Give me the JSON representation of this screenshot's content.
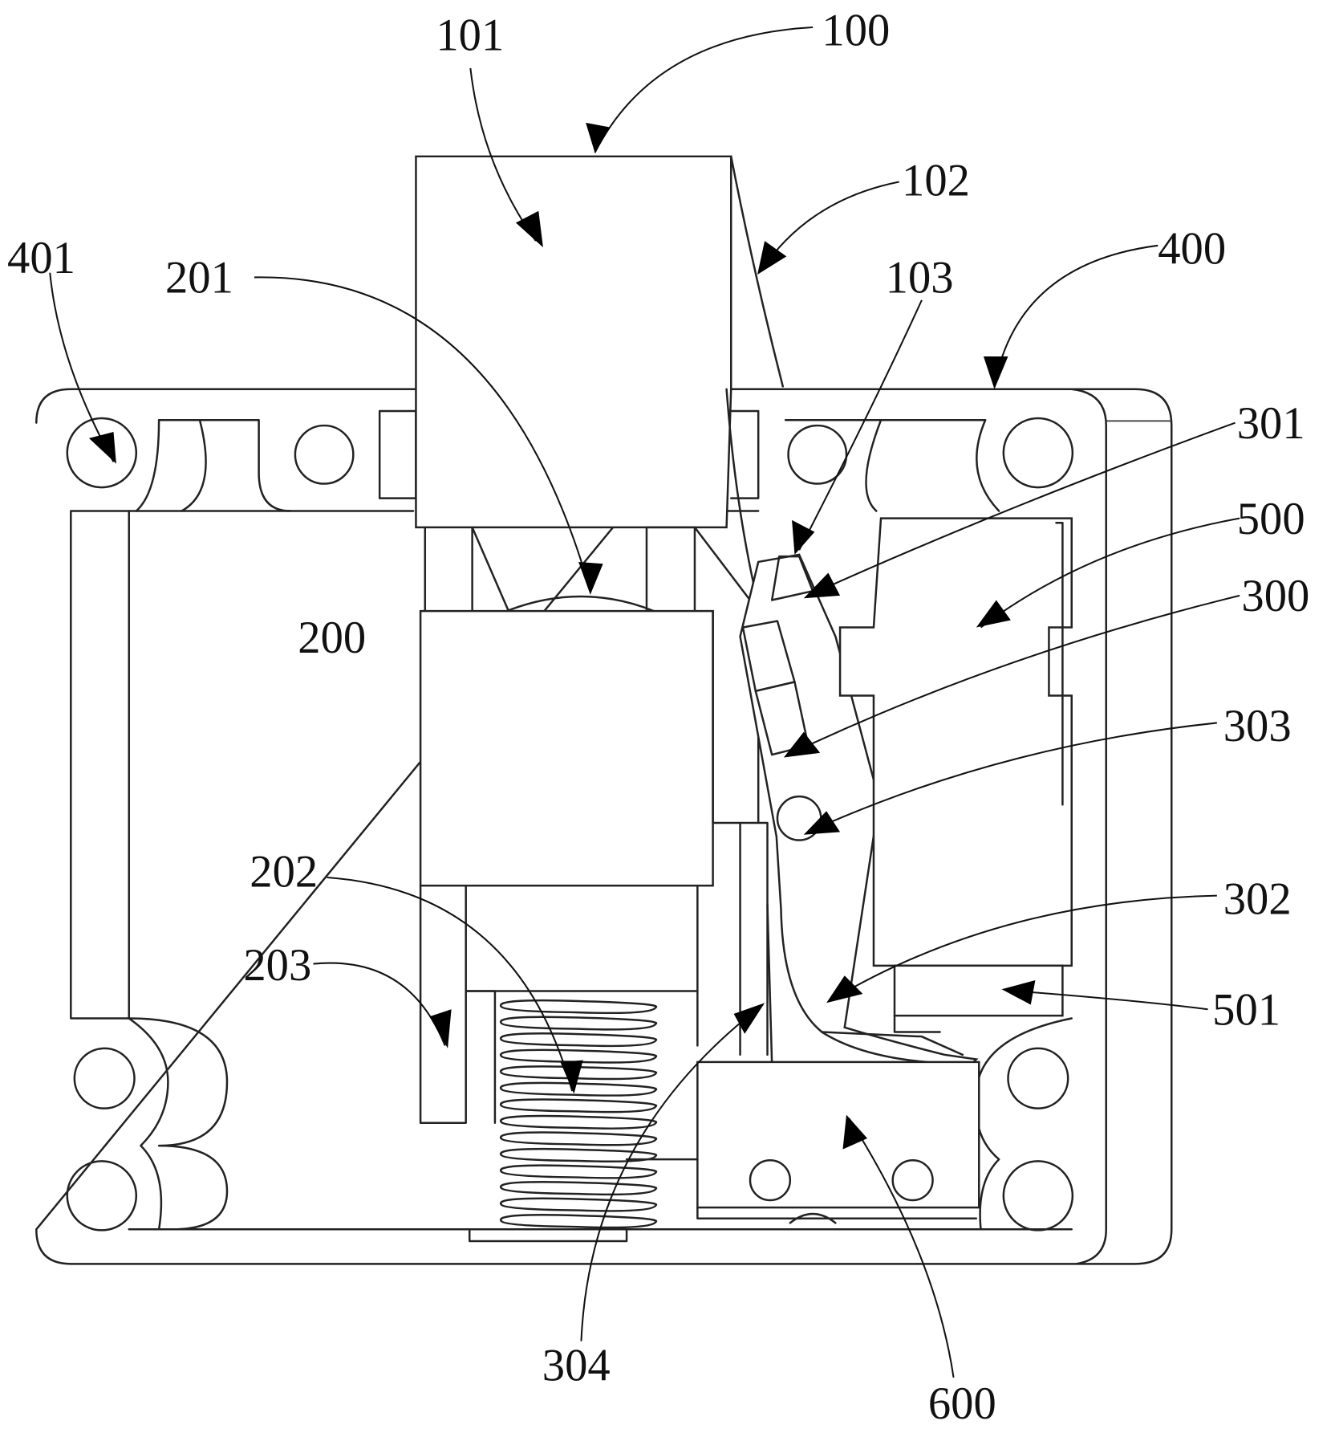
{
  "figure": {
    "type": "patent mechanical drawing",
    "subject": "switch assembly in housing"
  },
  "labels": [
    {
      "id": "100",
      "text": "100"
    },
    {
      "id": "101",
      "text": "101"
    },
    {
      "id": "102",
      "text": "102"
    },
    {
      "id": "103",
      "text": "103"
    },
    {
      "id": "200",
      "text": "200"
    },
    {
      "id": "201",
      "text": "201"
    },
    {
      "id": "202",
      "text": "202"
    },
    {
      "id": "203",
      "text": "203"
    },
    {
      "id": "300",
      "text": "300"
    },
    {
      "id": "301",
      "text": "301"
    },
    {
      "id": "302",
      "text": "302"
    },
    {
      "id": "303",
      "text": "303"
    },
    {
      "id": "304",
      "text": "304"
    },
    {
      "id": "400",
      "text": "400"
    },
    {
      "id": "401",
      "text": "401"
    },
    {
      "id": "500",
      "text": "500"
    },
    {
      "id": "501",
      "text": "501"
    },
    {
      "id": "600",
      "text": "600"
    }
  ]
}
